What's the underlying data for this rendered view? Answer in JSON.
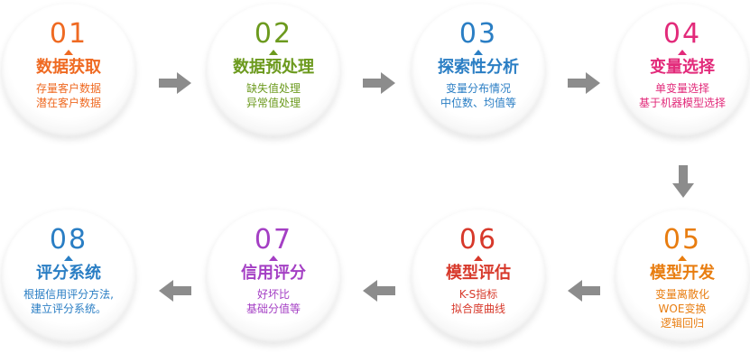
{
  "steps": [
    {
      "id": "step-01",
      "number": "01",
      "title": "数据获取",
      "lines": [
        "存量客户数据",
        "潜在客户数据"
      ],
      "color": "#ef6a22"
    },
    {
      "id": "step-02",
      "number": "02",
      "title": "数据预处理",
      "lines": [
        "缺失值处理",
        "异常值处理"
      ],
      "color": "#6c9a1e"
    },
    {
      "id": "step-03",
      "number": "03",
      "title": "探索性分析",
      "lines": [
        "变量分布情况",
        "中位数、均值等"
      ],
      "color": "#2a7ec4"
    },
    {
      "id": "step-04",
      "number": "04",
      "title": "变量选择",
      "lines": [
        "单变量选择",
        "基于机器模型选择"
      ],
      "color": "#e22a7a"
    },
    {
      "id": "step-05",
      "number": "05",
      "title": "模型开发",
      "lines": [
        "变量离散化",
        "WOE变换",
        "逻辑回归"
      ],
      "color": "#e87d10"
    },
    {
      "id": "step-06",
      "number": "06",
      "title": "模型评估",
      "lines": [
        "K-S指标",
        "拟合度曲线"
      ],
      "color": "#d7392b"
    },
    {
      "id": "step-07",
      "number": "07",
      "title": "信用评分",
      "lines": [
        "好坏比",
        "基础分值等"
      ],
      "color": "#a43fc4"
    },
    {
      "id": "step-08",
      "number": "08",
      "title": "评分系统",
      "lines": [
        "根据信用评分方法,",
        "建立评分系统。"
      ],
      "color": "#2a7ec4"
    }
  ],
  "arrow_color": "#8c8c8c"
}
